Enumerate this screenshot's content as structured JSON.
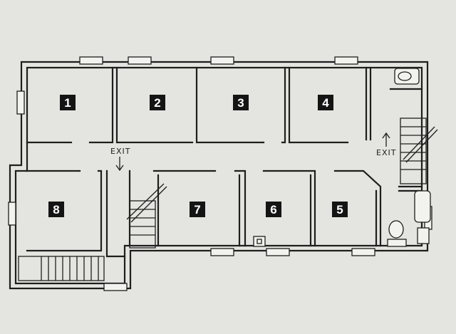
{
  "rooms": [
    {
      "id": "room-1",
      "label": "1"
    },
    {
      "id": "room-2",
      "label": "2"
    },
    {
      "id": "room-3",
      "label": "3"
    },
    {
      "id": "room-4",
      "label": "4"
    },
    {
      "id": "room-5",
      "label": "5"
    },
    {
      "id": "room-6",
      "label": "6"
    },
    {
      "id": "room-7",
      "label": "7"
    },
    {
      "id": "room-8",
      "label": "8"
    }
  ],
  "exits": [
    {
      "id": "exit-hall",
      "label": "EXIT"
    },
    {
      "id": "exit-stair",
      "label": "EXIT"
    }
  ],
  "icons": [
    "toilet-icon",
    "bathtub-icon",
    "staircase-icon",
    "window-icon",
    "arrow-icon"
  ]
}
